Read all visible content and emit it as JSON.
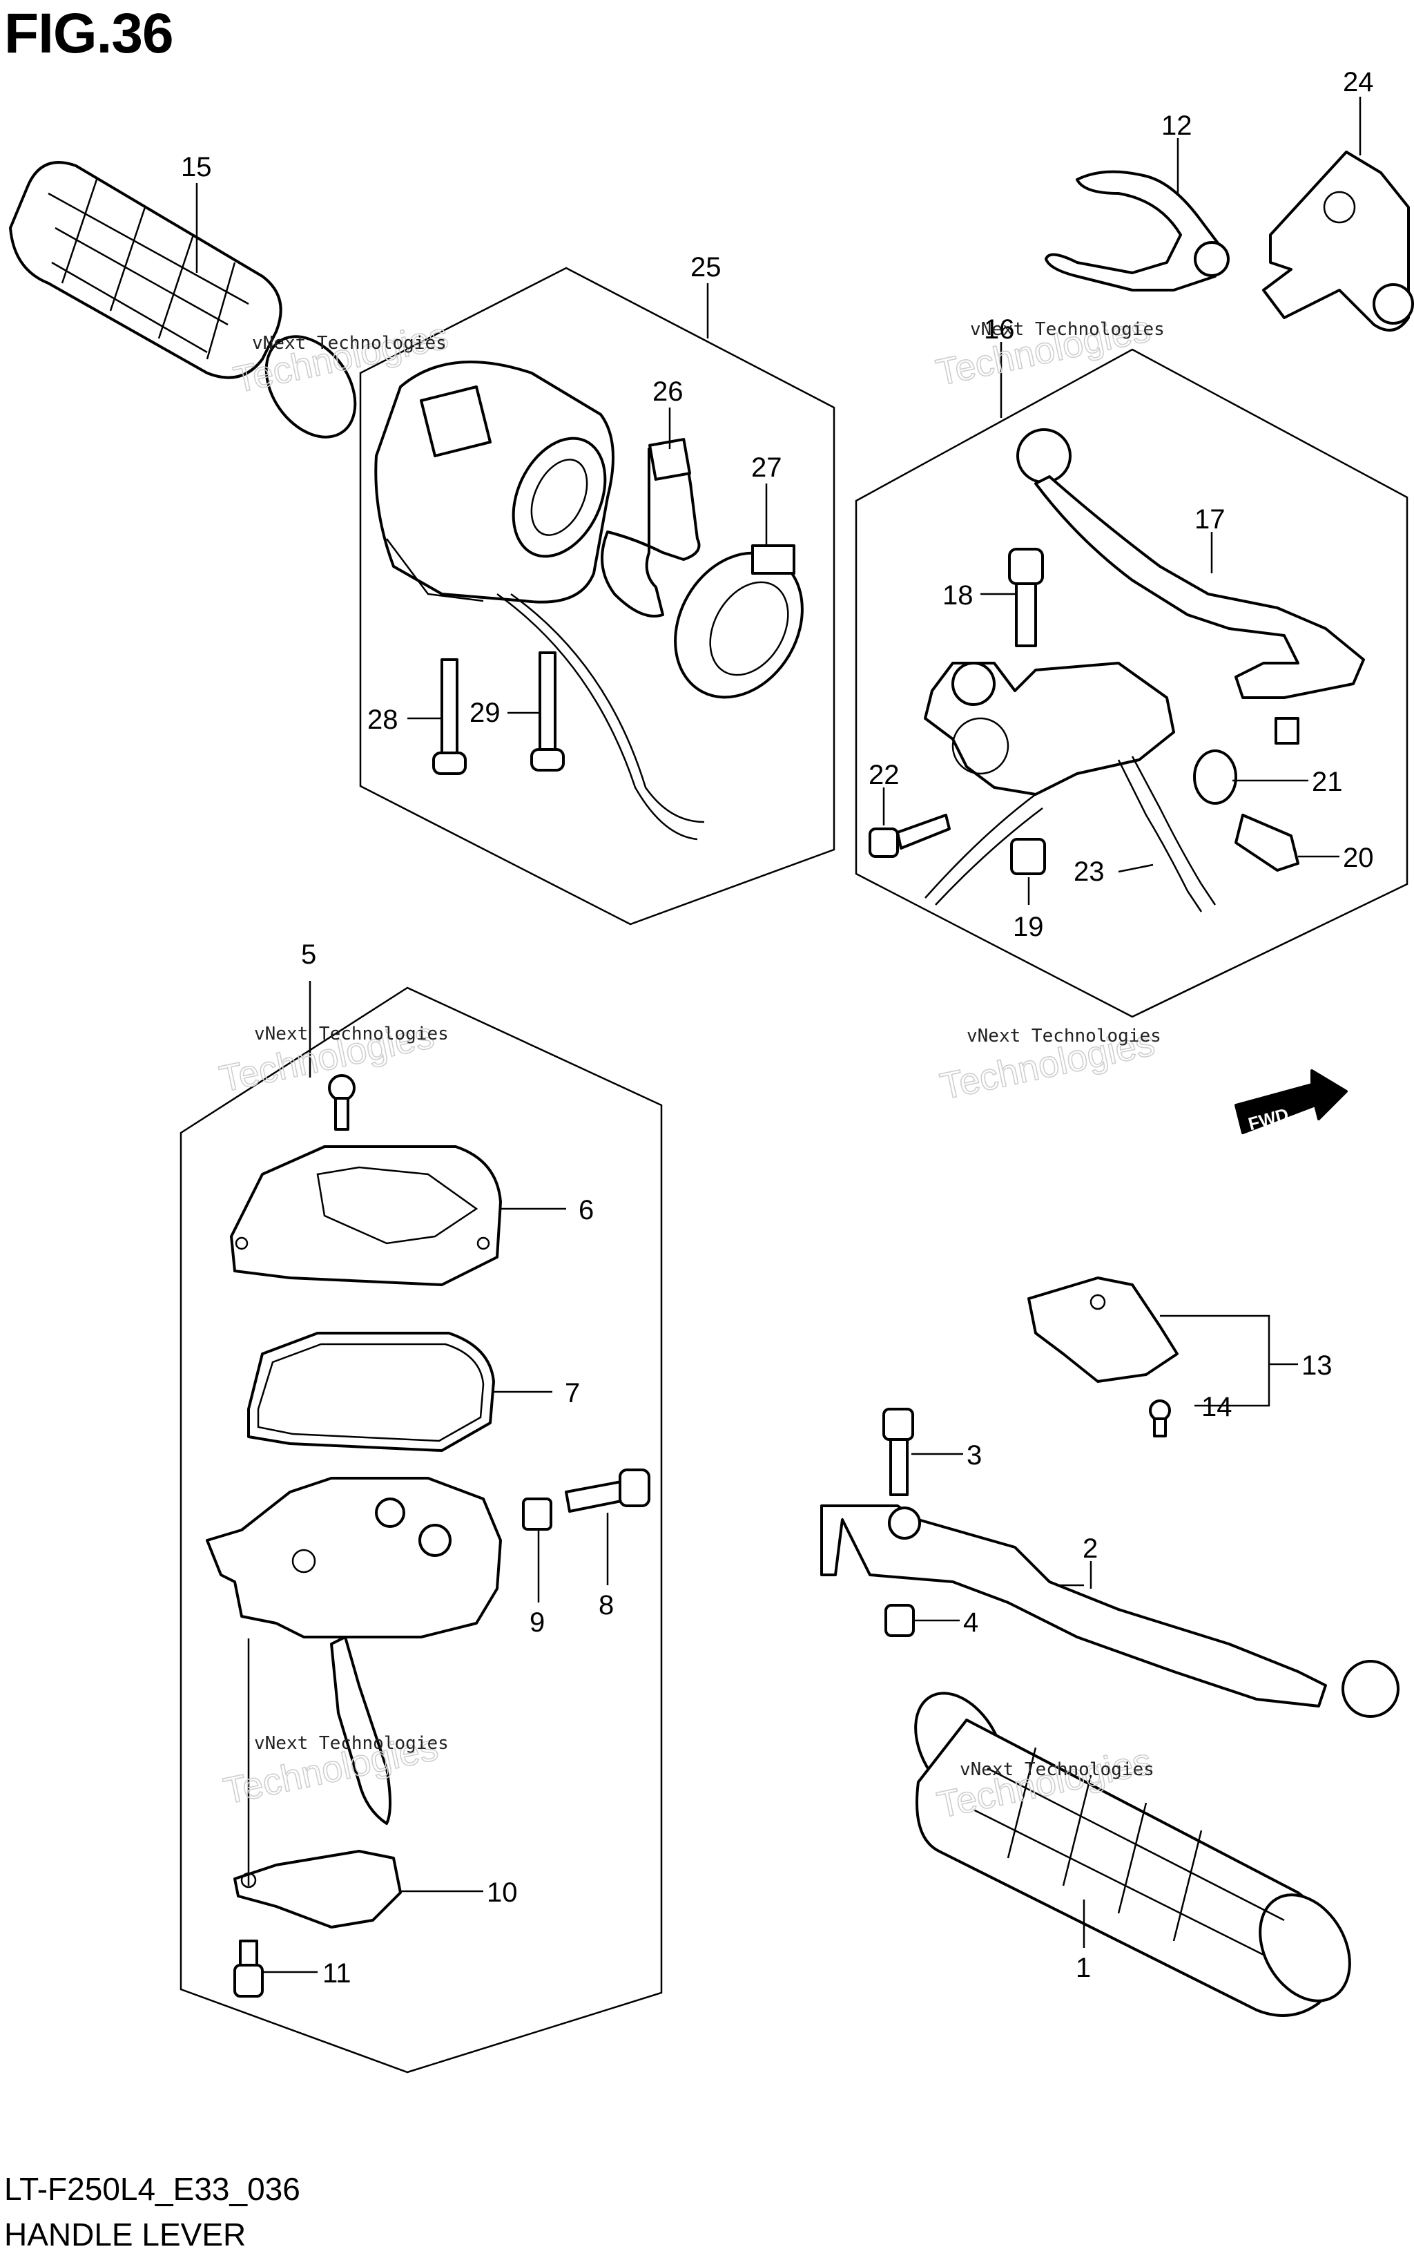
{
  "figure": {
    "title": "FIG.36",
    "code": "LT-F250L4_E33_036",
    "name": "HANDLE LEVER"
  },
  "watermark": {
    "line1": "vNext Technologies",
    "line2": "Technologies",
    "top_word": "vNext"
  },
  "fwd_label": "FWD",
  "parts": [
    {
      "id": "1",
      "label": "1"
    },
    {
      "id": "2",
      "label": "2"
    },
    {
      "id": "3",
      "label": "3"
    },
    {
      "id": "4",
      "label": "4"
    },
    {
      "id": "5",
      "label": "5"
    },
    {
      "id": "6",
      "label": "6"
    },
    {
      "id": "7",
      "label": "7"
    },
    {
      "id": "8",
      "label": "8"
    },
    {
      "id": "9",
      "label": "9"
    },
    {
      "id": "10",
      "label": "10"
    },
    {
      "id": "11",
      "label": "11"
    },
    {
      "id": "12",
      "label": "12"
    },
    {
      "id": "13",
      "label": "13"
    },
    {
      "id": "14",
      "label": "14"
    },
    {
      "id": "15",
      "label": "15"
    },
    {
      "id": "16",
      "label": "16"
    },
    {
      "id": "17",
      "label": "17"
    },
    {
      "id": "18",
      "label": "18"
    },
    {
      "id": "19",
      "label": "19"
    },
    {
      "id": "20",
      "label": "20"
    },
    {
      "id": "21",
      "label": "21"
    },
    {
      "id": "22",
      "label": "22"
    },
    {
      "id": "23",
      "label": "23"
    },
    {
      "id": "24",
      "label": "24"
    },
    {
      "id": "25",
      "label": "25"
    },
    {
      "id": "26",
      "label": "26"
    },
    {
      "id": "27",
      "label": "27"
    },
    {
      "id": "28",
      "label": "28"
    },
    {
      "id": "29",
      "label": "29"
    }
  ]
}
